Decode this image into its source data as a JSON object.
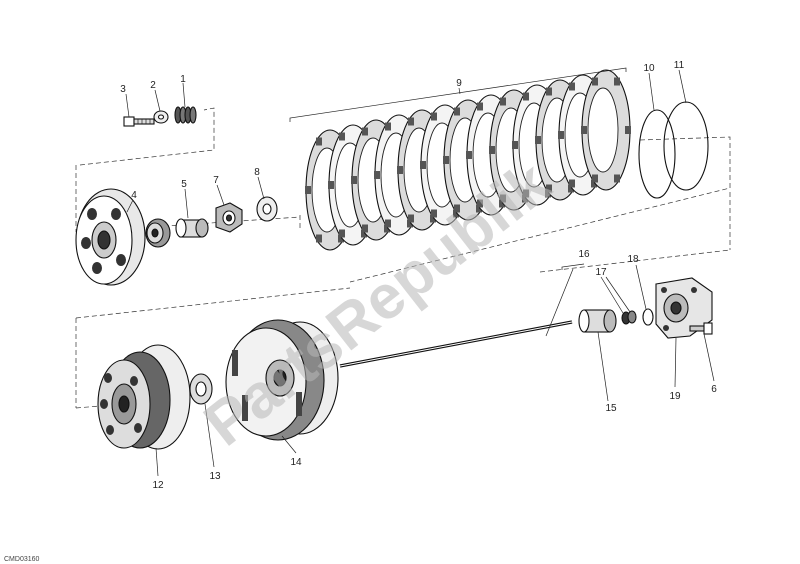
{
  "diagram": {
    "parts": [
      {
        "number": "1"
      },
      {
        "number": "2"
      },
      {
        "number": "3"
      },
      {
        "number": "4"
      },
      {
        "number": "5"
      },
      {
        "number": "6"
      },
      {
        "number": "7"
      },
      {
        "number": "8"
      },
      {
        "number": "9"
      },
      {
        "number": "10"
      },
      {
        "number": "11"
      },
      {
        "number": "12"
      },
      {
        "number": "13"
      },
      {
        "number": "14"
      },
      {
        "number": "15"
      },
      {
        "number": "16"
      },
      {
        "number": "17"
      },
      {
        "number": "18"
      },
      {
        "number": "19"
      }
    ],
    "drawing_code": "CMD03160",
    "watermark": "PartsRepublik"
  }
}
